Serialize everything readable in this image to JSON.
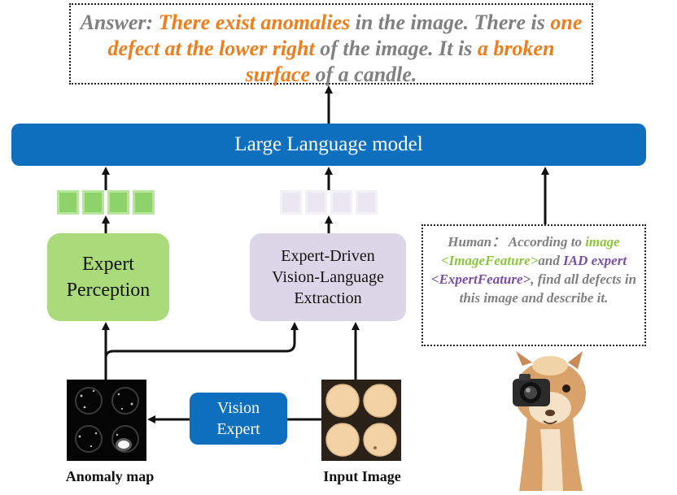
{
  "answer": {
    "prefix": "Answer: ",
    "h1": "There exist anomalies",
    "t1": " in the image. There is ",
    "h2": "one defect at the lower right",
    "t2": " of the image. It is ",
    "h3": "a broken surface",
    "t3": " of a candle."
  },
  "llm": {
    "label": "Large Language model"
  },
  "expert_perception": {
    "line1": "Expert",
    "line2": "Perception"
  },
  "evl": {
    "line1": "Expert-Driven",
    "line2": "Vision-Language",
    "line3": "Extraction"
  },
  "human": {
    "prefix": "Human： According to ",
    "h1": "image",
    "h2": "<ImageFeature>",
    "t1": "and ",
    "h3": "IAD expert",
    "h4": "<ExpertFeature>",
    "t2": ", find all defects in this image and describe it."
  },
  "vision_expert": {
    "line1": "Vision",
    "line2": "Expert"
  },
  "captions": {
    "anomaly_map": "Anomaly map",
    "input_image": "Input Image"
  },
  "colors": {
    "blue": "#0f6fbf",
    "green": "#a9db7a",
    "lavender": "#dcd7e8",
    "orange": "#f07d1a",
    "purple": "#7a4ea6",
    "gray": "#808080"
  }
}
